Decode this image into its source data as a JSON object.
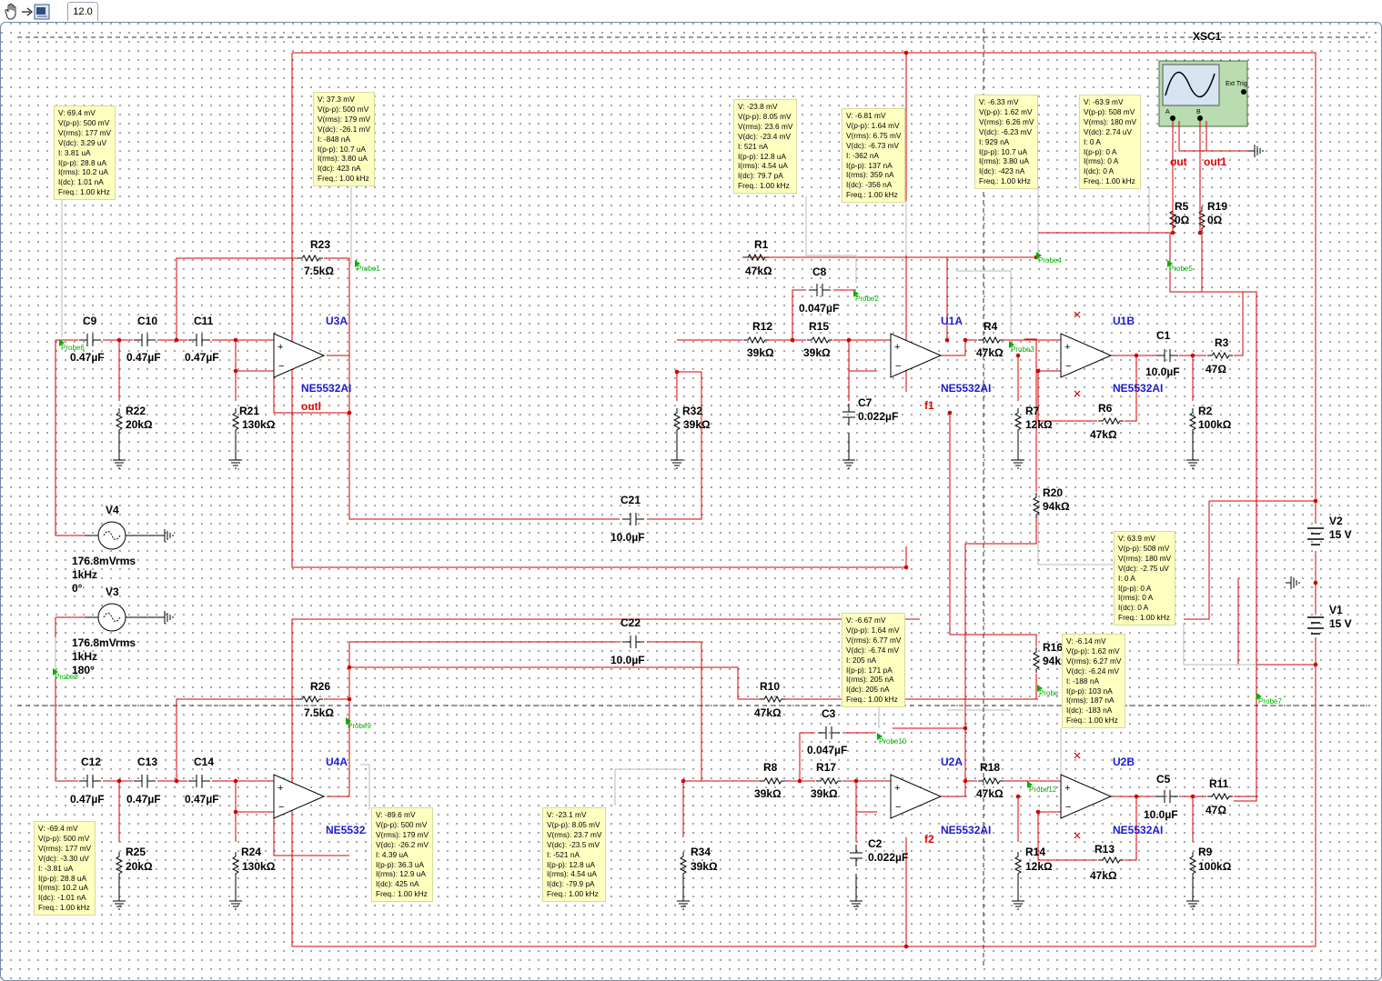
{
  "toolbar": {
    "zoom_tab_label": "12.0",
    "icons": [
      "hand-icon",
      "arrow-icon",
      "instrument-icon"
    ]
  },
  "oscilloscope": {
    "name": "XSC1",
    "ext_trig": "Ext Trig",
    "channel_a": "A",
    "channel_b": "B"
  },
  "sources": [
    {
      "name": "V4",
      "value": "176.8mVrms",
      "freq": "1kHz",
      "phase": "0°"
    },
    {
      "name": "V3",
      "value": "176.8mVrms",
      "freq": "1kHz",
      "phase": "180°"
    },
    {
      "name": "V2",
      "value": "15 V"
    },
    {
      "name": "V1",
      "value": "15 V"
    }
  ],
  "components": [
    {
      "name": "C9",
      "value": "0.47µF"
    },
    {
      "name": "C10",
      "value": "0.47µF"
    },
    {
      "name": "C11",
      "value": "0.47µF"
    },
    {
      "name": "R22",
      "value": "20kΩ"
    },
    {
      "name": "R21",
      "value": "130kΩ"
    },
    {
      "name": "R23",
      "value": "7.5kΩ"
    },
    {
      "name": "R1",
      "value": "47kΩ"
    },
    {
      "name": "C8",
      "value": "0.047µF"
    },
    {
      "name": "R12",
      "value": "39kΩ"
    },
    {
      "name": "R15",
      "value": "39kΩ"
    },
    {
      "name": "R32",
      "value": "39kΩ"
    },
    {
      "name": "C7",
      "value": "0.022µF"
    },
    {
      "name": "R4",
      "value": "47kΩ"
    },
    {
      "name": "R7",
      "value": "12kΩ"
    },
    {
      "name": "R6",
      "value": "47kΩ"
    },
    {
      "name": "C1",
      "value": "10.0µF"
    },
    {
      "name": "R3",
      "value": "47Ω"
    },
    {
      "name": "R2",
      "value": "100kΩ"
    },
    {
      "name": "R5",
      "value": "0Ω"
    },
    {
      "name": "R19",
      "value": "0Ω"
    },
    {
      "name": "C21",
      "value": "10.0µF"
    },
    {
      "name": "R20",
      "value": "94kΩ"
    },
    {
      "name": "C22",
      "value": "10.0µF"
    },
    {
      "name": "R26",
      "value": "7.5kΩ"
    },
    {
      "name": "R10",
      "value": "47kΩ"
    },
    {
      "name": "C3",
      "value": "0.047µF"
    },
    {
      "name": "R16",
      "value": "94kΩ"
    },
    {
      "name": "C12",
      "value": "0.47µF"
    },
    {
      "name": "C13",
      "value": "0.47µF"
    },
    {
      "name": "C14",
      "value": "0.47µF"
    },
    {
      "name": "R25",
      "value": "20kΩ"
    },
    {
      "name": "R24",
      "value": "130kΩ"
    },
    {
      "name": "R8",
      "value": "39kΩ"
    },
    {
      "name": "R17",
      "value": "39kΩ"
    },
    {
      "name": "R34",
      "value": "39kΩ"
    },
    {
      "name": "C2",
      "value": "0.022µF"
    },
    {
      "name": "R18",
      "value": "47kΩ"
    },
    {
      "name": "R14",
      "value": "12kΩ"
    },
    {
      "name": "R13",
      "value": "47kΩ"
    },
    {
      "name": "C5",
      "value": "10.0µF"
    },
    {
      "name": "R11",
      "value": "47Ω"
    },
    {
      "name": "R9",
      "value": "100kΩ"
    }
  ],
  "opamps": [
    {
      "name": "U3A",
      "part": "NE5532AI"
    },
    {
      "name": "U1A",
      "part": "NE5532AI"
    },
    {
      "name": "U1B",
      "part": "NE5532AI"
    },
    {
      "name": "U4A",
      "part": "NE5532"
    },
    {
      "name": "U2A",
      "part": "NE5532AI"
    },
    {
      "name": "U2B",
      "part": "NE5532AI"
    }
  ],
  "net_labels": [
    "outl",
    "f1",
    "f2",
    "out",
    "out1"
  ],
  "probes": [
    "Probe1",
    "Probe2",
    "Probe3",
    "Probe4",
    "Probe5",
    "Probe6",
    "Probe7",
    "Probe8",
    "Probe9",
    "Probe10",
    "Probe12",
    "Probe"
  ],
  "probe_readouts": [
    "V: 69.4 mV\nV(p-p): 500 mV\nV(rms): 177 mV\nV(dc): 3.29 uV\nI: 3.81 uA\nI(p-p): 28.8 uA\nI(rms): 10.2 uA\nI(dc): 1.01 nA\nFreq.: 1.00 kHz",
    "V: 37.3 mV\nV(p-p): 500 mV\nV(rms): 179 mV\nV(dc): -26.1 mV\nI: -848 nA\nI(p-p): 10.7 uA\nI(rms): 3.80 uA\nI(dc): 423 nA\nFreq.: 1.00 kHz",
    "V: -23.8 mV\nV(p-p): 8.05 mV\nV(rms): 23.6 mV\nV(dc): -23.4 mV\nI: 521 nA\nI(p-p): 12.8 uA\nI(rms): 4.54 uA\nI(dc): 79.7 pA\nFreq.: 1.00 kHz",
    "V: -6.81 mV\nV(p-p): 1.64 mV\nV(rms): 6.75 mV\nV(dc): -6.73 mV\nI: -362 nA\nI(p-p): 137 nA\nI(rms): 359 nA\nI(dc): -356 nA\nFreq.: 1.00 kHz",
    "V: -6.33 mV\nV(p-p): 1.62 mV\nV(rms): 6.26 mV\nV(dc): -6.23 mV\nI: 929 nA\nI(p-p): 10.7 uA\nI(rms): 3.80 uA\nI(dc): -423 nA\nFreq.: 1.00 kHz",
    "V: -63.9 mV\nV(p-p): 508 mV\nV(rms): 180 mV\nV(dc): 2.74 uV\nI: 0 A\nI(p-p): 0 A\nI(rms): 0 A\nI(dc): 0 A\nFreq.: 1.00 kHz",
    "V: 63.9 mV\nV(p-p): 508 mV\nV(rms): 180 mV\nV(dc): -2.75 uV\nI: 0 A\nI(p-p): 0 A\nI(rms): 0 A\nI(dc): 0 A\nFreq.: 1.00 kHz",
    "V: -6.67 mV\nV(p-p): 1.64 mV\nV(rms): 6.77 mV\nV(dc): -6.74 mV\nI: 205 nA\nI(p-p): 171 pA\nI(rms): 205 nA\nI(dc): 205 nA\nFreq.: 1.00 kHz",
    "V: -6.14 mV\nV(p-p): 1.62 mV\nV(rms): 6.27 mV\nV(dc): -6.24 mV\nI: -188 nA\nI(p-p): 103 nA\nI(rms): 187 nA\nI(dc): -183 nA\nFreq.: 1.00 kHz",
    "V: -69.4 mV\nV(p-p): 500 mV\nV(rms): 177 mV\nV(dc): -3.30 uV\nI: -3.81 uA\nI(p-p): 28.8 uA\nI(rms): 10.2 uA\nI(dc): -1.01 nA\nFreq.: 1.00 kHz",
    "V: -89.6 mV\nV(p-p): 500 mV\nV(rms): 179 mV\nV(dc): -26.2 mV\nI: 4.39 uA\nI(p-p): 36.3 uA\nI(rms): 12.9 uA\nI(dc): 425 nA\nFreq.: 1.00 kHz",
    "V: -23.1 mV\nV(p-p): 8.05 mV\nV(rms): 23.7 mV\nV(dc): -23.5 mV\nI: -521 nA\nI(p-p): 12.8 uA\nI(rms): 4.54 uA\nI(dc): -79.9 pA\nFreq.: 1.00 kHz"
  ]
}
